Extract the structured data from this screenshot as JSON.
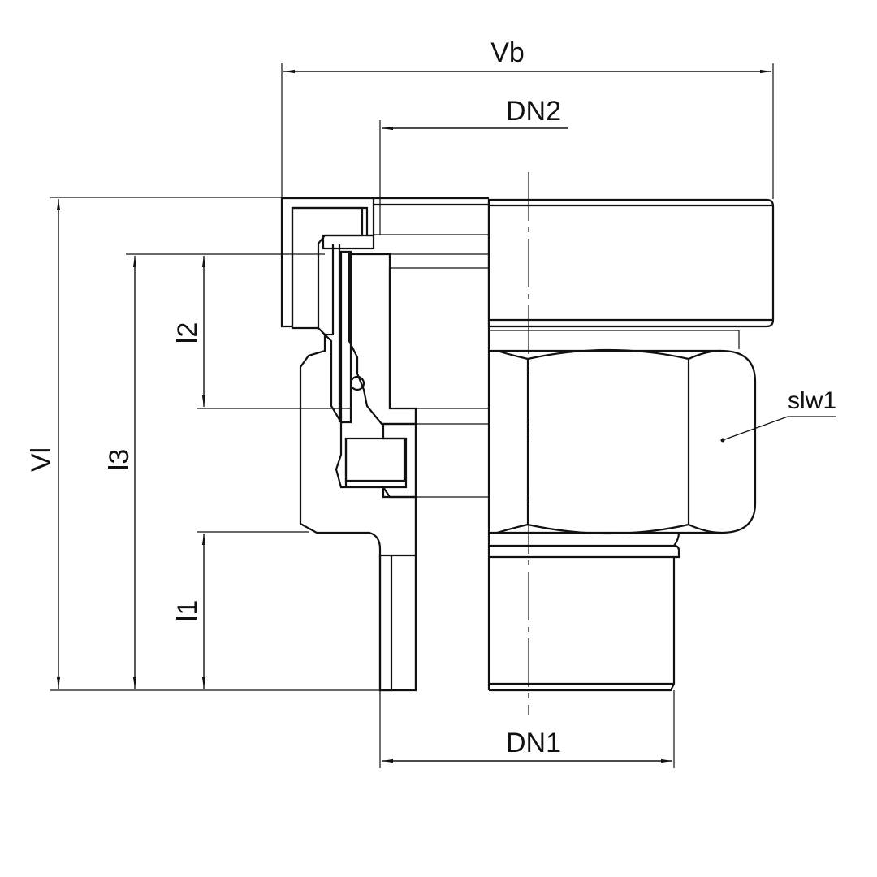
{
  "labels": {
    "vb": "Vb",
    "dn2": "DN2",
    "dn1": "DN1",
    "vl": "Vl",
    "l1": "l1",
    "l2": "l2",
    "l3": "l3",
    "slw1": "slw1"
  }
}
